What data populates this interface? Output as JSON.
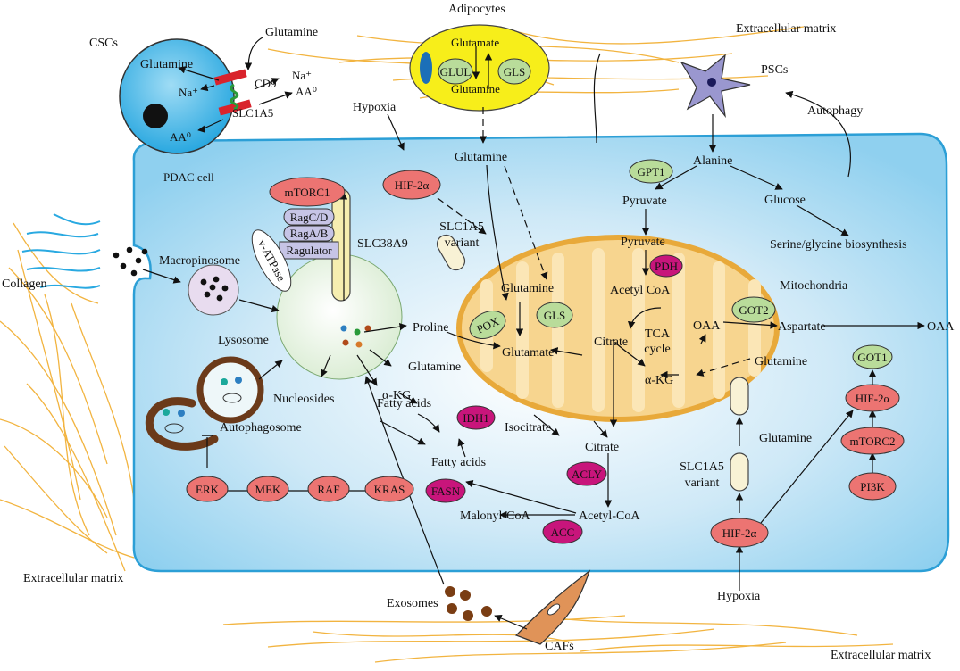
{
  "labels": {
    "adipocytes": "Adipocytes",
    "extracellular_matrix_top": "Extracellular matrix",
    "extracellular_matrix_left": "Extracellular matrix",
    "extracellular_matrix_bottom": "Extracellular matrix",
    "cscs": "CSCs",
    "glutamine_in_csc": "Glutamine",
    "glutamine_outside_csc": "Glutamine",
    "na_in": "Na⁺",
    "na_out": "Na⁺",
    "aa0_out": "AA⁰",
    "aa0_in": "AA⁰",
    "cd9": "CD9",
    "slc1a5_csc": "SLC1A5",
    "adipo_glutamate": "Glutamate",
    "adipo_glutamine": "Glutamine",
    "pscs": "PSCs",
    "autophagy": "Autophagy",
    "hypoxia_top": "Hypoxia",
    "glutamine_top": "Glutamine",
    "pdac_cell": "PDAC cell",
    "alanine": "Alanine",
    "pyruvate_cyt": "Pyruvate",
    "glucose": "Glucose",
    "serine_glycine": "Serine/glycine biosynthesis",
    "slc38a9": "SLC38A9",
    "slc1a5_variant_top": "SLC1A5\nvariant",
    "pyruvate_mito": "Pyruvate",
    "acetyl_coa_mito": "Acetyl CoA",
    "mitochondria": "Mitochondria",
    "collagen": "Collagen",
    "macropinosome": "Macropinosome",
    "glutamine_mito": "Glutamine",
    "citrate_mito": "Citrate",
    "tca_cycle": "TCA\ncycle",
    "oaa_mito": "OAA",
    "aspartate": "Aspartate",
    "oaa_out": "OAA",
    "proline": "Proline",
    "glutamate_mito": "Glutamate",
    "akg_mito": "α-KG",
    "glutamine_right_mito": "Glutamine",
    "lysosome": "Lysosome",
    "glutamine_cyt": "Glutamine",
    "akg_cyt": "α-KG",
    "nucleosides": "Nucleosides",
    "fatty_acids_1": "Fatty acids",
    "isocitrate": "Isocitrate",
    "citrate_cyt": "Citrate",
    "fatty_acids_2": "Fatty acids",
    "glutamine_right": "Glutamine",
    "slc1a5_variant_bottom": "SLC1A5\nvariant",
    "autophagosome": "Autophagosome",
    "malonyl_coa": "Malonyl-CoA",
    "acetyl_coa_cyt": "Acetyl-CoA",
    "exosomes": "Exosomes",
    "cafs": "CAFs",
    "hypoxia_bottom": "Hypoxia"
  },
  "enzymes": {
    "glul": "GLUL",
    "gls_adipo": "GLS",
    "hif2a_top": "HIF-2α",
    "mtorc1": "mTORC1",
    "ragcd": "RagC/D",
    "ragab": "RagA/B",
    "ragulator": "Ragulator",
    "v_atpase": "v-ATPase",
    "gpt1": "GPT1",
    "pdh": "PDH",
    "got2": "GOT2",
    "pox": "POX",
    "gls_mito": "GLS",
    "got1": "GOT1",
    "hif2a_right": "HIF-2α",
    "mtorc2": "mTORC2",
    "pi3k": "PI3K",
    "idh1": "IDH1",
    "acly": "ACLY",
    "fasn": "FASN",
    "acc": "ACC",
    "erk": "ERK",
    "mek": "MEK",
    "raf": "RAF",
    "kras": "KRAS",
    "hif2a_bottom": "HIF-2α"
  },
  "colors": {
    "cell_fill": "#bfe3f5",
    "cell_edge": "#2c9fd6",
    "csc_fill": "#2aa8e0",
    "adipocyte_fill": "#f7ee1a",
    "mito_fill": "#f7d58f",
    "mito_stroke": "#e8a93a",
    "red_enzyme": "#ec7472",
    "magenta_enzyme": "#c8157b",
    "green_enzyme": "#b9dc9a",
    "rag_fill": "#c6c4e6",
    "fiber": "#f2b440",
    "collagen": "#29a9e1",
    "psc_fill": "#9a97cf",
    "caf_fill": "#e09358",
    "exosome": "#7a3d13"
  }
}
